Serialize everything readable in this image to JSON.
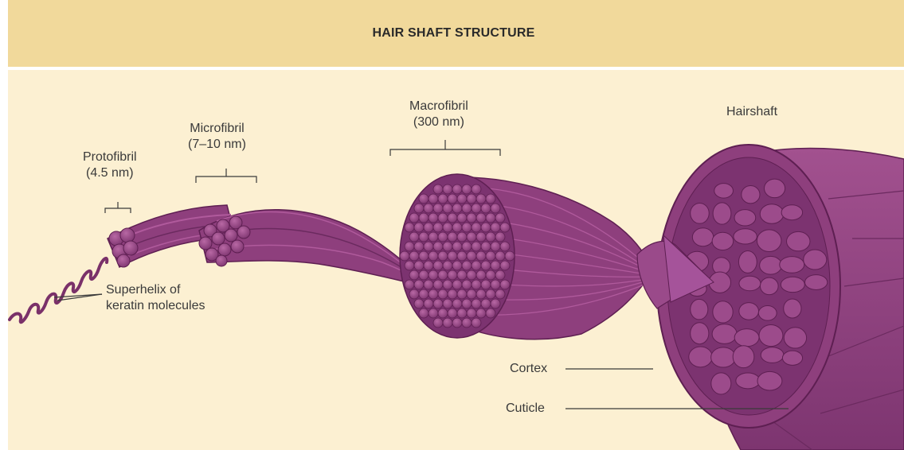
{
  "title": "HAIR SHAFT STRUCTURE",
  "labels": {
    "protofibril": "Protofibril",
    "protofibril_size": "(4.5 nm)",
    "microfibril": "Microfibril",
    "microfibril_size": "(7–10 nm)",
    "macrofibril": "Macrofibril",
    "macrofibril_size": "(300 nm)",
    "hairshaft": "Hairshaft",
    "superhelix_line1": "Superhelix of",
    "superhelix_line2": "keratin molecules",
    "cortex": "Cortex",
    "cuticle": "Cuticle"
  },
  "colors": {
    "header_band": "#f1d99b",
    "background": "#fcf0d2",
    "fiber_fill": "#8e3f7d",
    "fiber_dark": "#5e1f52",
    "fiber_light": "#b05a9c",
    "text": "#3a3a3a"
  }
}
